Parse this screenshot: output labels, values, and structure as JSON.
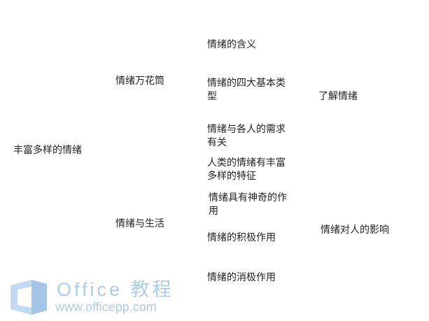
{
  "mindmap": {
    "root": "丰富多样的情绪",
    "branches": {
      "wanhuatong": "情绪万花筒",
      "shenghuo": "情绪与生活"
    },
    "topics": {
      "hanyi": "情绪的含义",
      "leixing": "情绪的四大基本类型",
      "xuqiu": "情绪与各人的需求有关",
      "tezheng": "人类的情绪有丰富多样的特征",
      "shenqi": "情绪具有神奇的作用",
      "jiji": "情绪的积极作用",
      "xiaoji": "情绪的消极作用"
    },
    "goals": {
      "liaojie": "了解情绪",
      "yingxiang": "情绪对人的影响"
    }
  },
  "watermark": {
    "title": "Office 教程",
    "url": "www.officepp.com",
    "color": "#6aa4dc"
  }
}
